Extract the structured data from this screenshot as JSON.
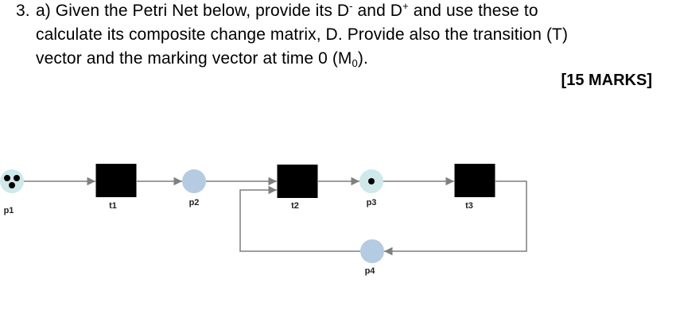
{
  "question": {
    "number": "3.",
    "line1_a": "a) Given the Petri Net below, provide its D",
    "line1_sup_minus": "-",
    "line1_b": " and D",
    "line1_sup_plus": "+",
    "line1_c": " and use these to",
    "line2": "calculate its composite change matrix, D.  Provide also the transition (T)",
    "line3_a": "vector and the marking vector at time 0 (M",
    "line3_sub": "0",
    "line3_b": ").",
    "marks": "[15 MARKS]"
  },
  "petri_net": {
    "places": [
      {
        "id": "p1",
        "label": "p1",
        "tokens": 3,
        "color": "#cfe8ea"
      },
      {
        "id": "p2",
        "label": "p2",
        "tokens": 0,
        "color": "#b4cbe2"
      },
      {
        "id": "p3",
        "label": "p3",
        "tokens": 1,
        "color": "#cfe8ea"
      },
      {
        "id": "p4",
        "label": "p4",
        "tokens": 0,
        "color": "#b4cbe2"
      }
    ],
    "transitions": [
      {
        "id": "t1",
        "label": "t1"
      },
      {
        "id": "t2",
        "label": "t2"
      },
      {
        "id": "t3",
        "label": "t3"
      }
    ],
    "arcs": [
      {
        "from": "p1",
        "to": "t1"
      },
      {
        "from": "t1",
        "to": "p2"
      },
      {
        "from": "p2",
        "to": "t2"
      },
      {
        "from": "t2",
        "to": "p3"
      },
      {
        "from": "p3",
        "to": "t3"
      },
      {
        "from": "t3",
        "to": "p4"
      },
      {
        "from": "p4",
        "to": "t2"
      }
    ],
    "colors": {
      "transition": "#000000",
      "arc": "#7f7f7f",
      "token": "#000000"
    }
  }
}
